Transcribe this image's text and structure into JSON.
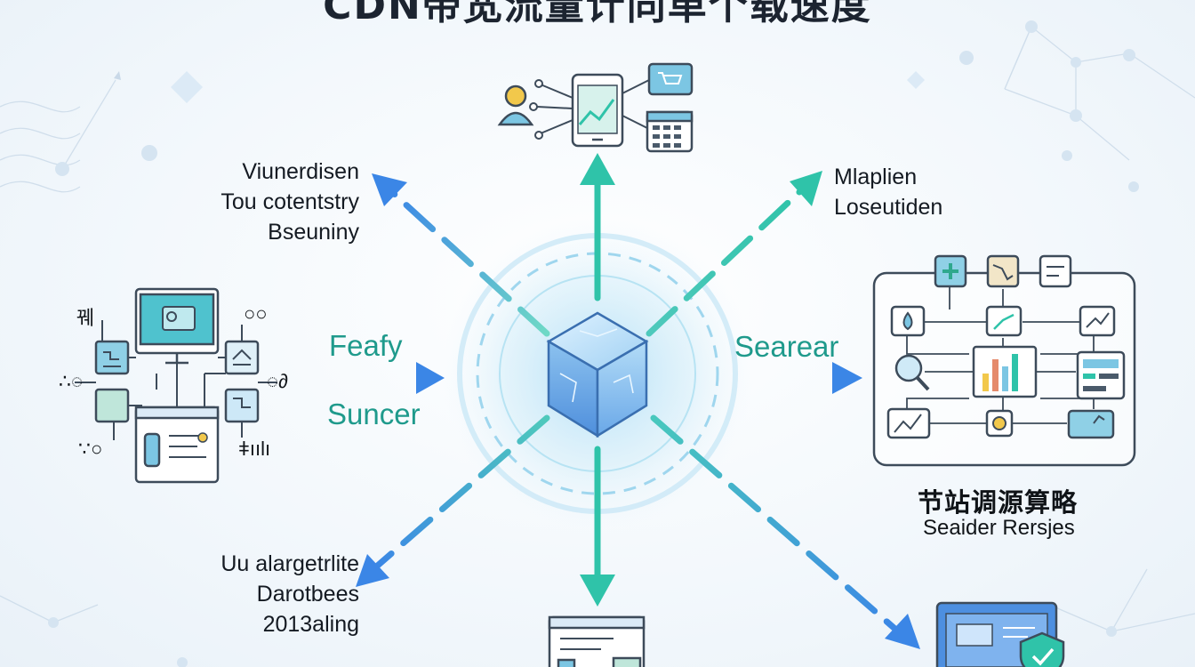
{
  "title": "CDN带宽流量计同单个载速度",
  "labels": {
    "top_left": [
      "Viunerdisen",
      "Tou cotentstry",
      "Bseuniny"
    ],
    "top_right": [
      "Mlaplien",
      "Loseutiden"
    ],
    "bottom_left": [
      "Uu alargetrlite",
      "Darotbees",
      "2013aling"
    ],
    "mid_left_top": "Feafy",
    "mid_left_bottom": "Suncer",
    "mid_right": "Searear",
    "right_cn": "节站调源算略",
    "right_en": "Seaider Rersjes"
  },
  "left_glyphs": {
    "tl": "꿰",
    "tr": "○○",
    "ml": "∴◌",
    "mr": "◌∂",
    "bl": "∵○",
    "br": "ǂıılı"
  },
  "colors": {
    "teal": "#2fc3a9",
    "blue": "#3b86e6",
    "dark": "#1c2430",
    "panel": "#4a5a6a"
  }
}
